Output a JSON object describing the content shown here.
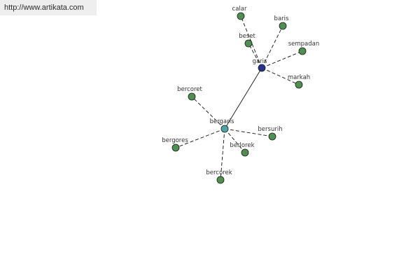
{
  "source": {
    "url_text": "http://www.artikata.com"
  },
  "colors": {
    "leaf": "#4f8f4f",
    "root": "#24348c",
    "hub": "#4fa5a5",
    "line": "#111111",
    "label": "#333333"
  },
  "graph": {
    "nodes": [
      {
        "id": "garis",
        "label": "garis",
        "kind": "root"
      },
      {
        "id": "bergaris",
        "label": "bergaris",
        "kind": "hub"
      },
      {
        "id": "calar",
        "label": "calar",
        "kind": "leaf"
      },
      {
        "id": "baris",
        "label": "baris",
        "kind": "leaf"
      },
      {
        "id": "beset",
        "label": "beset",
        "kind": "leaf"
      },
      {
        "id": "sempadan",
        "label": "sempadan",
        "kind": "leaf"
      },
      {
        "id": "markah",
        "label": "markah",
        "kind": "leaf"
      },
      {
        "id": "bercoret",
        "label": "bercoret",
        "kind": "leaf"
      },
      {
        "id": "bersurih",
        "label": "bersurih",
        "kind": "leaf"
      },
      {
        "id": "bergores",
        "label": "bergores",
        "kind": "leaf"
      },
      {
        "id": "berlorek",
        "label": "berlorek",
        "kind": "leaf"
      },
      {
        "id": "bercorek",
        "label": "bercorek",
        "kind": "leaf"
      }
    ],
    "edges": [
      {
        "from": "garis",
        "to": "bergaris",
        "style": "solid"
      },
      {
        "from": "garis",
        "to": "calar",
        "style": "dashed"
      },
      {
        "from": "garis",
        "to": "baris",
        "style": "dashed"
      },
      {
        "from": "garis",
        "to": "beset",
        "style": "dashed"
      },
      {
        "from": "garis",
        "to": "sempadan",
        "style": "dashed"
      },
      {
        "from": "garis",
        "to": "markah",
        "style": "dashed"
      },
      {
        "from": "bergaris",
        "to": "bercoret",
        "style": "dashed"
      },
      {
        "from": "bergaris",
        "to": "bersurih",
        "style": "dashed"
      },
      {
        "from": "bergaris",
        "to": "bergores",
        "style": "dashed"
      },
      {
        "from": "bergaris",
        "to": "berlorek",
        "style": "dashed"
      },
      {
        "from": "bergaris",
        "to": "bercorek",
        "style": "dashed"
      }
    ]
  }
}
